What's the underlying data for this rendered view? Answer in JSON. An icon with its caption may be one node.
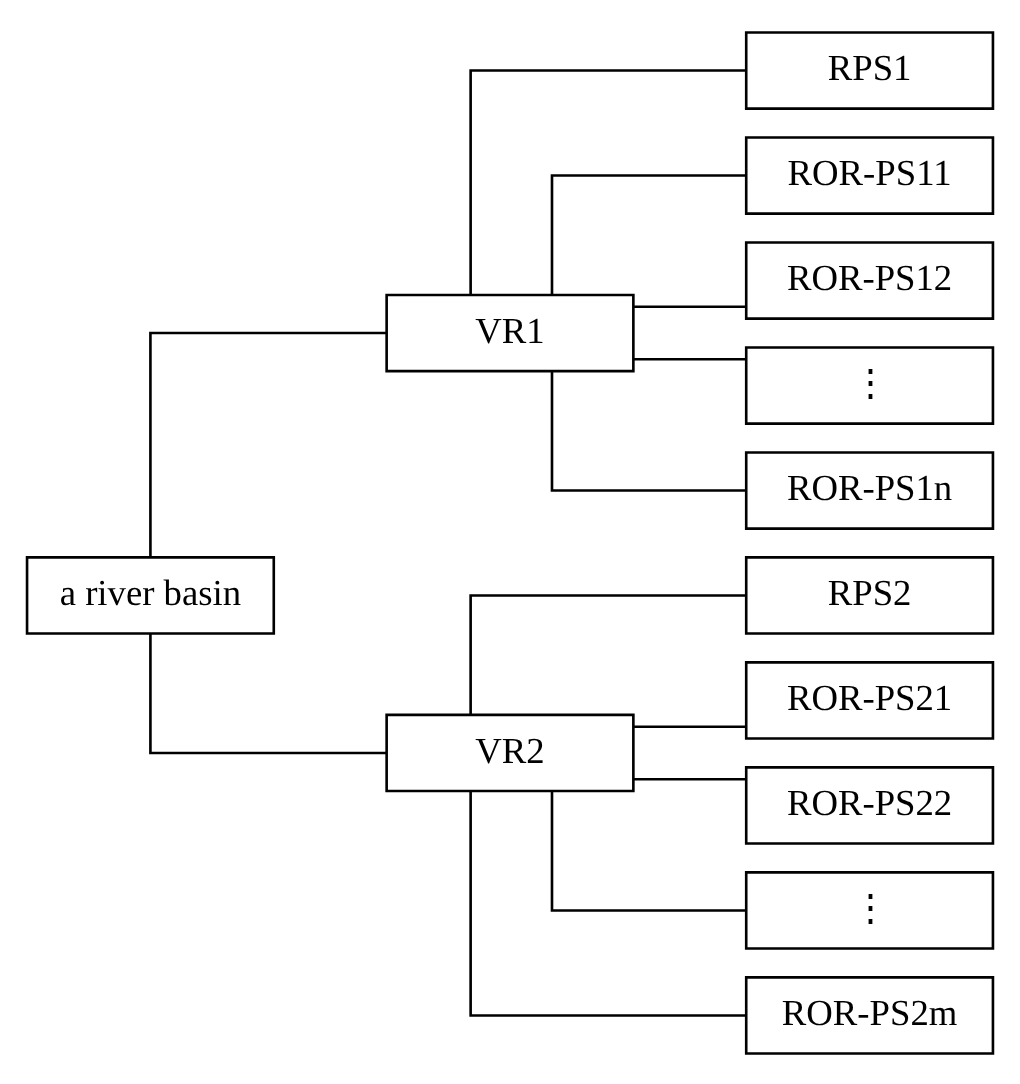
{
  "diagram": {
    "nodes": [
      {
        "text": [
          "a river basin"
        ]
      },
      {
        "text": [
          "VR1"
        ]
      },
      {
        "text": [
          "VR2"
        ]
      },
      {
        "text": [
          "RPS1"
        ]
      },
      {
        "text": [
          "ROR-PS11"
        ]
      },
      {
        "text": [
          "ROR-PS12"
        ]
      },
      {
        "text": [
          "⋮"
        ]
      },
      {
        "text": [
          "ROR-PS1n"
        ]
      },
      {
        "text": [
          "RPS2"
        ]
      },
      {
        "text": [
          "ROR-PS21"
        ]
      },
      {
        "text": [
          "ROR-PS22"
        ]
      },
      {
        "text": [
          "⋮"
        ]
      },
      {
        "text": [
          "ROR-PS2m"
        ]
      }
    ],
    "edges": [
      {
        "from": 0,
        "to": 1,
        "arrow": "none"
      },
      {
        "from": 0,
        "to": 2,
        "arrow": "none"
      },
      {
        "from": 1,
        "to": 3,
        "arrow": "none"
      },
      {
        "from": 1,
        "to": 4,
        "arrow": "none"
      },
      {
        "from": 1,
        "to": 5,
        "arrow": "none"
      },
      {
        "from": 1,
        "to": 6,
        "arrow": "none"
      },
      {
        "from": 1,
        "to": 7,
        "arrow": "none"
      },
      {
        "from": 2,
        "to": 8,
        "arrow": "none"
      },
      {
        "from": 2,
        "to": 9,
        "arrow": "none"
      },
      {
        "from": 2,
        "to": 10,
        "arrow": "none"
      },
      {
        "from": 2,
        "to": 11,
        "arrow": "none"
      },
      {
        "from": 2,
        "to": 12,
        "arrow": "none"
      }
    ]
  }
}
